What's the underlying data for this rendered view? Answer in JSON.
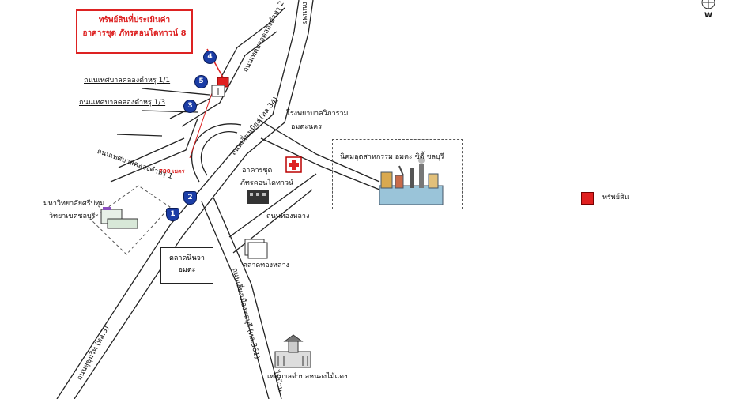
{
  "title_box": {
    "line1": "ทรัพย์สินที่ประเมินค่า",
    "line2": "อาคารชุด ภัทรคอนโดทาวน์ 8"
  },
  "roads": {
    "khlong_tamru_1_1": "ถนนเทศบาลคลองตำหรุ 1/1",
    "khlong_tamru_1_3": "ถนนเทศบาลคลองตำหรุ 1/3",
    "khlong_tamru_1": "ถนนเทศบาลคลองตำหรุ 1",
    "khlong_tamru_2": "ถนนเทศบาลคลองตำหรุ 2",
    "sukhumvit": "ถนนสุขุมวิท (ทล.3)",
    "bypass_34": "ถนนเลี่ยงเมือง (ทล.34)",
    "ban_bueng_361": "ถนนเลี่ยงเมืองชลบุรี (ทล.361)",
    "thong_lang": "ถนนทองหลาง",
    "top_right_partial": "ถนนพร",
    "bottom_partial": "ไปบ้าน"
  },
  "places": {
    "hospital": "โรงพยาบาลวิภาราม",
    "hospital_line2": "อมตะนคร",
    "estate": "นิคมอุตสาหกรรม อมตะ ซิตี้ ชลบุรี",
    "condo_line1": "อาคารชุด",
    "condo_line2": "ภัทรคอนโดทาวน์",
    "university_line1": "มหาวิทยาลัยศรีปทุม",
    "university_line2": "วิทยาเขตชลบุรี",
    "market_line1": "ตลาดนินจา",
    "market_line2": "อมตะ",
    "thong_lang_market": "ตลาดทองหลาง",
    "municipality": "เทศบาลตำบลหนองไม้แดง"
  },
  "distance_label": "700 เมตร",
  "markers": [
    "1",
    "2",
    "3",
    "4",
    "5"
  ],
  "compass": {
    "letter": "W"
  },
  "legend": {
    "label": "ทรัพย์สิน",
    "color": "#e02020"
  },
  "colors": {
    "title_red": "#d22222",
    "marker_blue": "#1b3da6"
  }
}
